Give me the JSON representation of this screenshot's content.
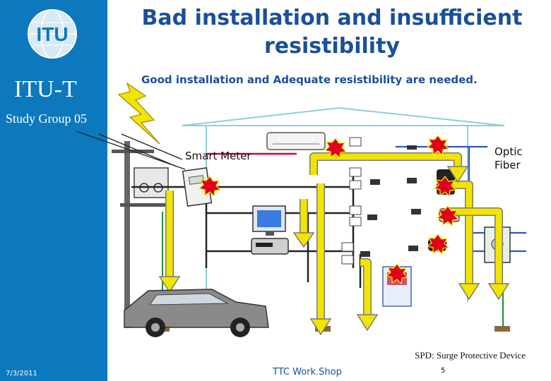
{
  "sidebar": {
    "logo_text": "ITU",
    "title": "ITU-T",
    "subtitle": "Study Group 05"
  },
  "slide": {
    "title_line1": "Bad installation and insufficient",
    "title_line2": "resistibility",
    "subtitle": "Good installation and Adequate resistibility are needed."
  },
  "diagram": {
    "labels": {
      "smart_meter": "Smart Meter",
      "optic_line1": "Optic",
      "optic_line2": "Fiber"
    },
    "note": "SPD: Surge Protective Device"
  },
  "footer": {
    "date": "7/3/2011",
    "event": "TTC Work.Shop",
    "page": "5"
  },
  "colors": {
    "sidebar": "#0c78bd",
    "title": "#1a4f9a",
    "surge_arrow": "#f2e400",
    "arrow_outline": "#7a7a7a",
    "power_line": "#e0002b",
    "comm_line": "#3355bb",
    "ground_line": "#1b8f3b",
    "house_wall": "#8fd0d4"
  }
}
